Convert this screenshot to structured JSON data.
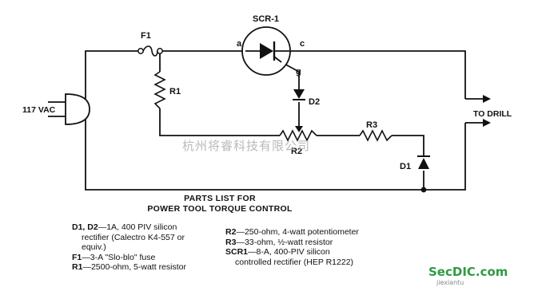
{
  "diagram": {
    "labels": {
      "scr": "SCR-1",
      "anode": "a",
      "cathode": "c",
      "gate": "g",
      "fuse": "F1",
      "r1": "R1",
      "d2": "D2",
      "r2": "R2",
      "r3": "R3",
      "d1": "D1",
      "input": "117 VAC",
      "output": "TO DRILL"
    }
  },
  "parts_list": {
    "title_line1": "PARTS LIST FOR",
    "title_line2": "POWER TOOL TORQUE CONTROL",
    "left": [
      {
        "ref": "D1, D2",
        "text": "—1A, 400 PIV silicon"
      },
      {
        "ref": "",
        "text": "rectifier (Calectro K4-557 or"
      },
      {
        "ref": "",
        "text": "equiv.)"
      },
      {
        "ref": "F1",
        "text": "—3-A \"Slo-blo\" fuse"
      },
      {
        "ref": "R1",
        "text": "—2500-ohm, 5-watt resistor"
      }
    ],
    "right": [
      {
        "ref": "R2",
        "text": "—250-ohm, 4-watt potentiometer"
      },
      {
        "ref": "R3",
        "text": "—33-ohm, ½-watt resistor"
      },
      {
        "ref": "SCR1",
        "text": "—8-A, 400-PIV silicon"
      },
      {
        "ref": "",
        "text": "controlled rectifier (HEP R1222)"
      }
    ]
  },
  "watermark": "杭州将睿科技有限公司",
  "brand": {
    "name": "SecDIC.com",
    "url": "jiexiantu"
  }
}
